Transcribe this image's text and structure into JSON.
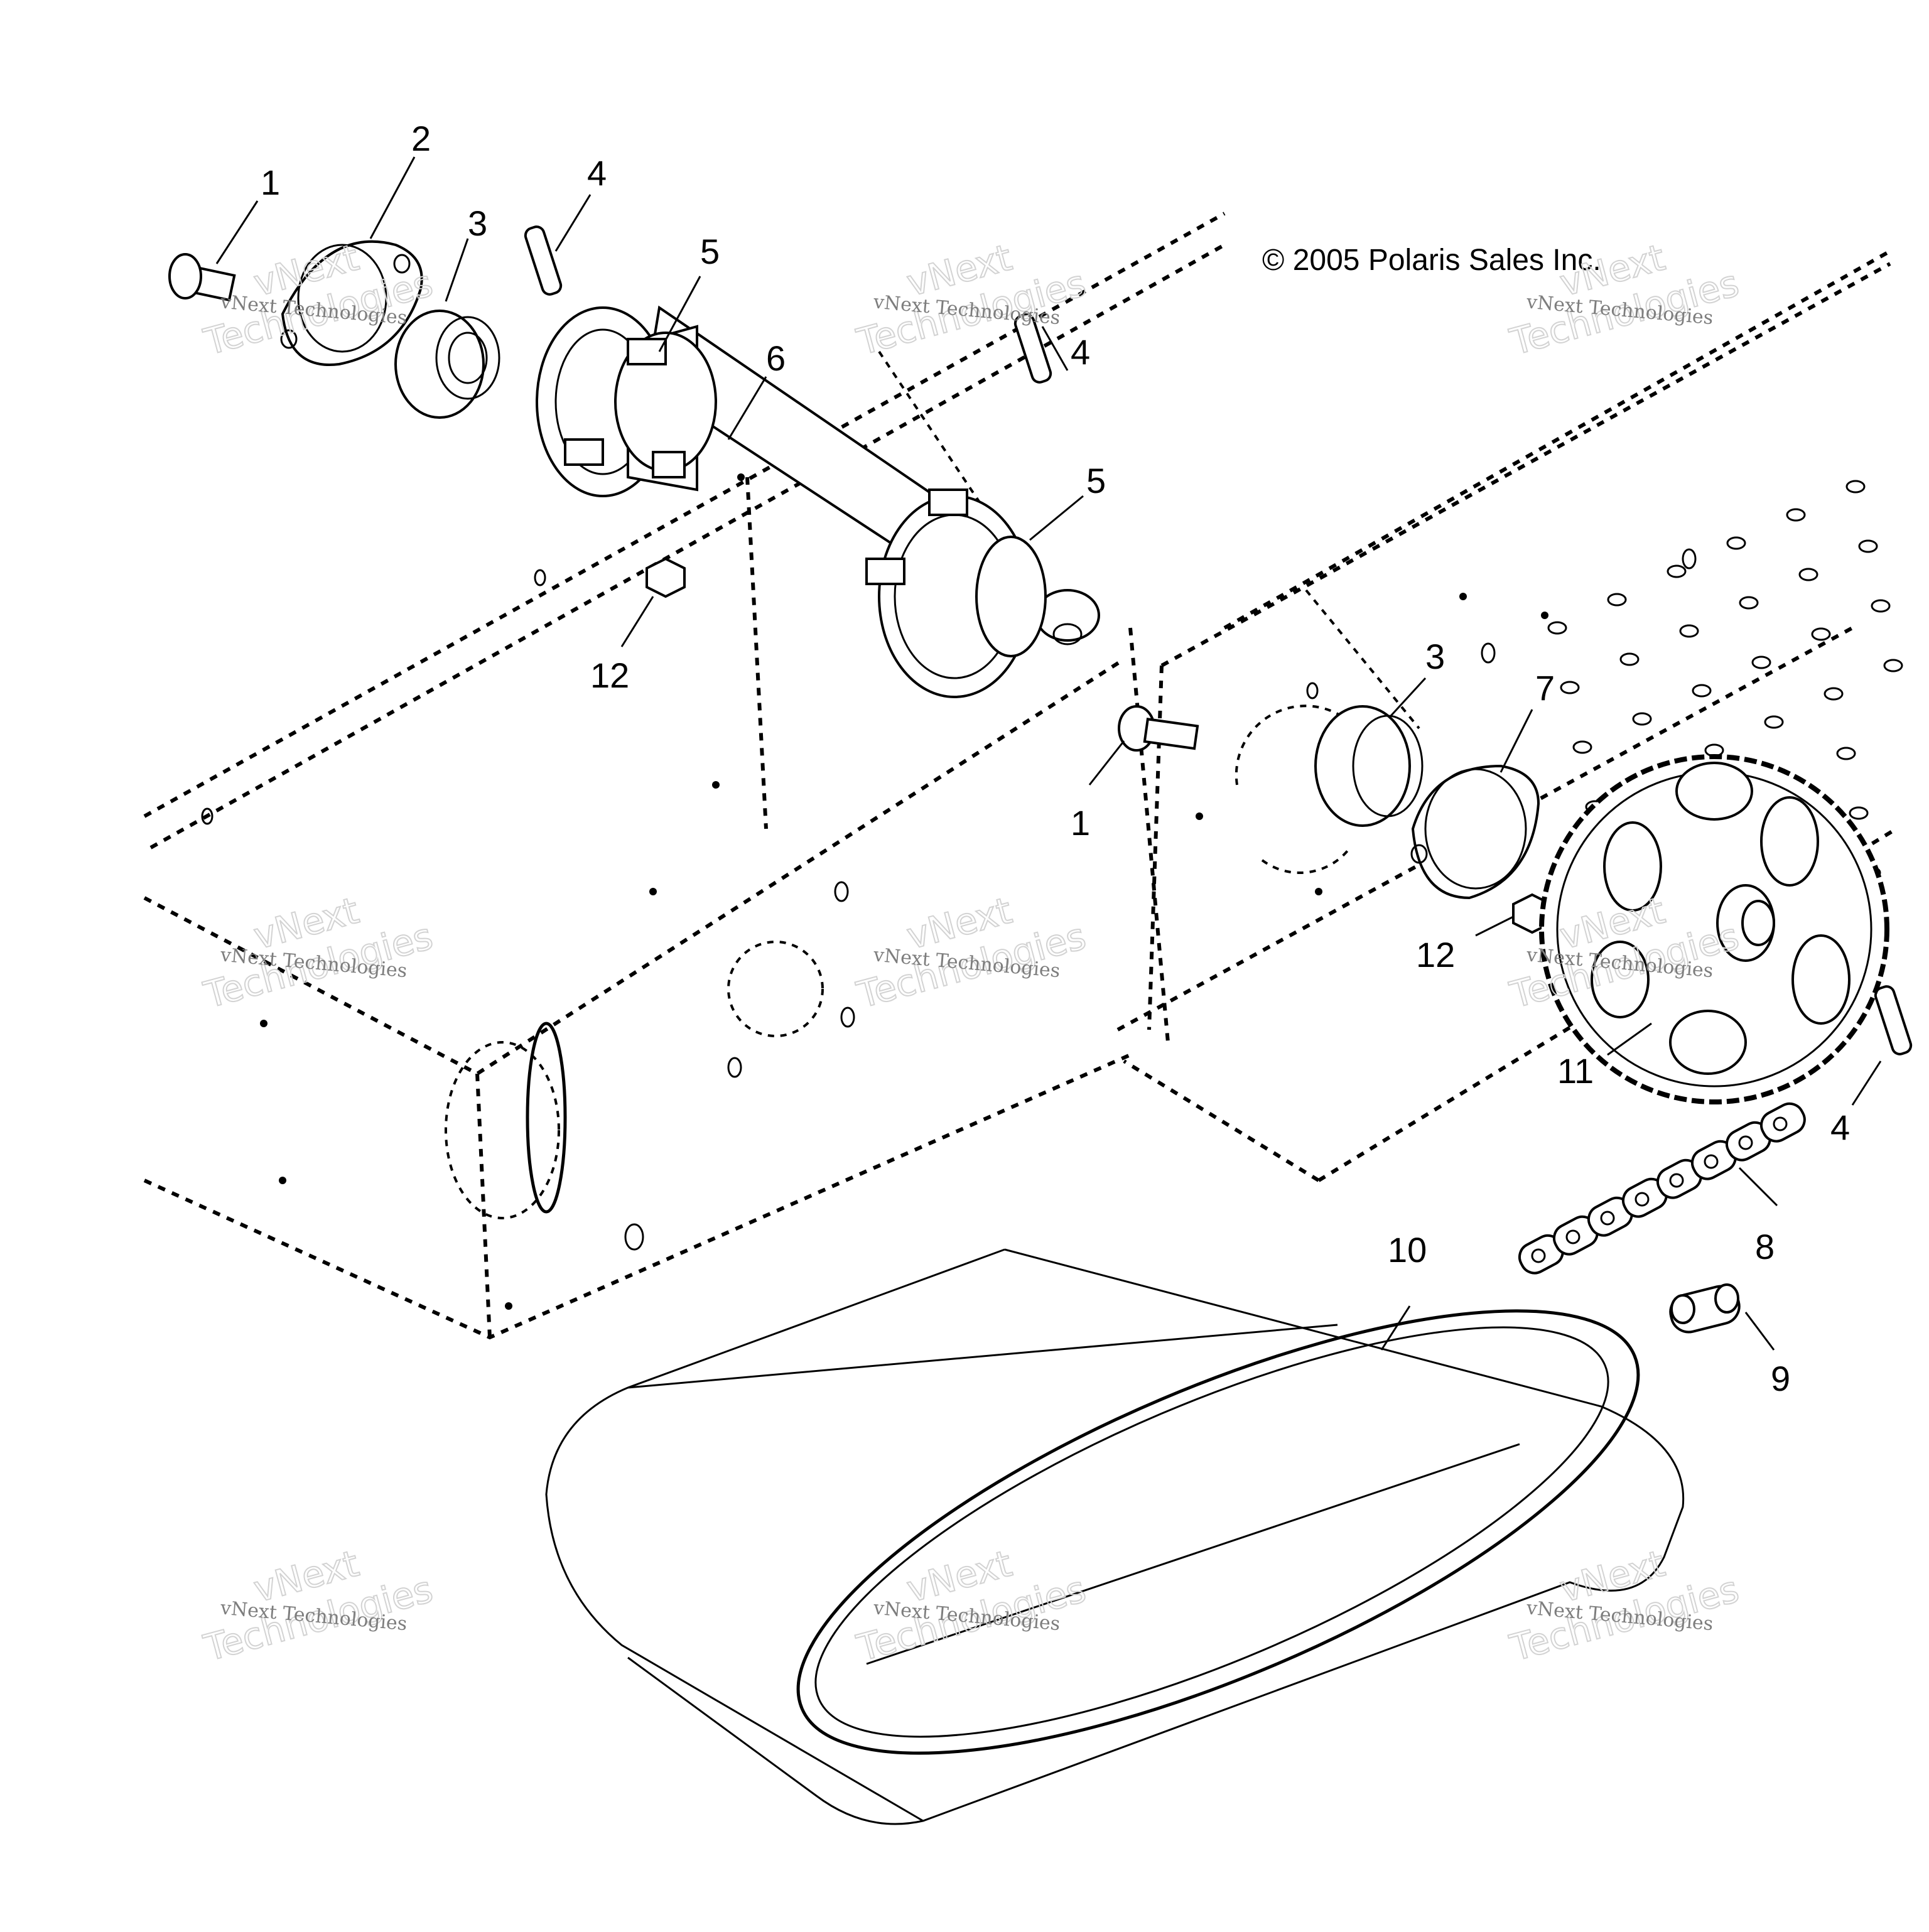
{
  "copyright": "© 2005 Polaris Sales Inc.",
  "callouts": [
    {
      "id": "c1a",
      "label": "1"
    },
    {
      "id": "c2",
      "label": "2"
    },
    {
      "id": "c3a",
      "label": "3"
    },
    {
      "id": "c4a",
      "label": "4"
    },
    {
      "id": "c5a",
      "label": "5"
    },
    {
      "id": "c6",
      "label": "6"
    },
    {
      "id": "c4b",
      "label": "4"
    },
    {
      "id": "c5b",
      "label": "5"
    },
    {
      "id": "c12a",
      "label": "12"
    },
    {
      "id": "c3b",
      "label": "3"
    },
    {
      "id": "c7",
      "label": "7"
    },
    {
      "id": "c1b",
      "label": "1"
    },
    {
      "id": "c12b",
      "label": "12"
    },
    {
      "id": "c11",
      "label": "11"
    },
    {
      "id": "c4c",
      "label": "4"
    },
    {
      "id": "c8",
      "label": "8"
    },
    {
      "id": "c10",
      "label": "10"
    },
    {
      "id": "c9",
      "label": "9"
    }
  ],
  "watermark": {
    "line1": "vNext Technologies",
    "line2": "vNext",
    "line3": "Technologies"
  }
}
